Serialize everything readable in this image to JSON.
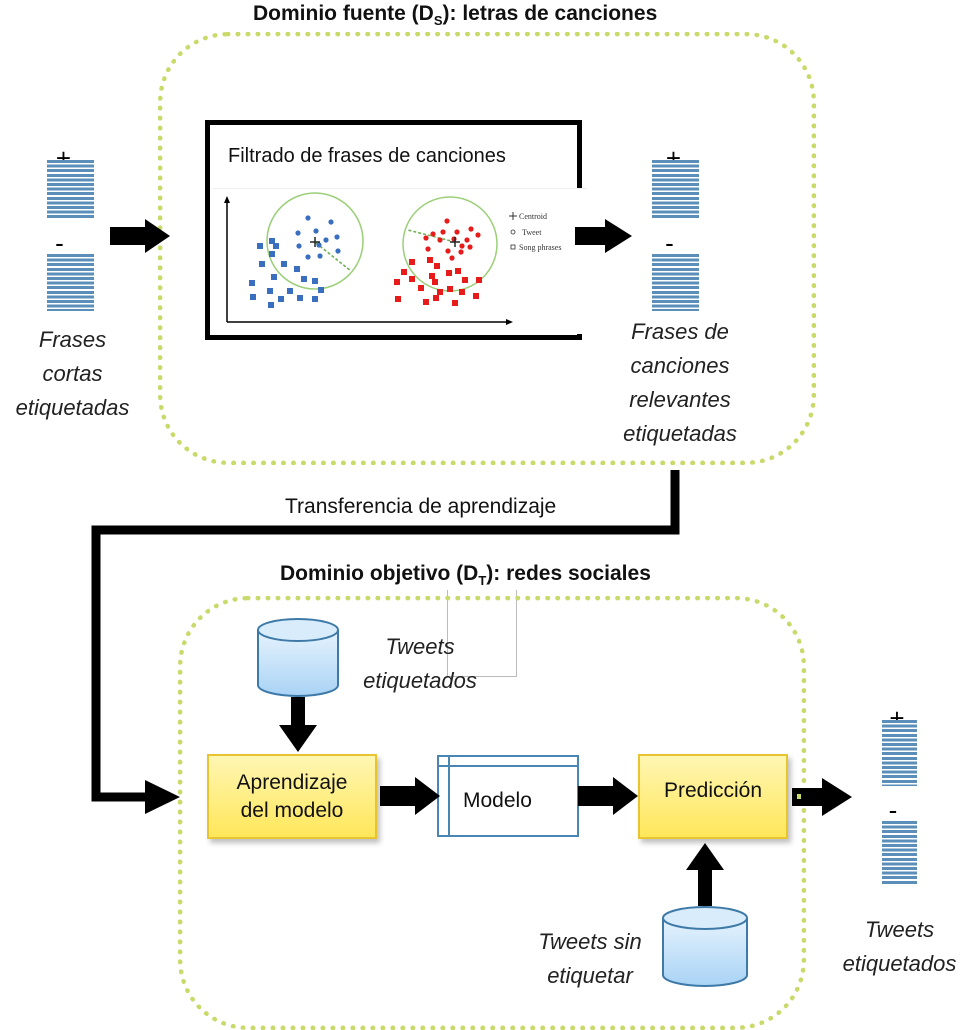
{
  "source_domain": {
    "title_prefix": "Dominio fuente (D",
    "title_sub": "S",
    "title_suffix": "): letras de canciones",
    "filter_panel": {
      "title": "Filtrado de frases de canciones",
      "legend": [
        {
          "symbol": "centroid-icon",
          "label": "Centroid"
        },
        {
          "symbol": "circle-icon",
          "label": "Tweet"
        },
        {
          "symbol": "square-icon",
          "label": "Song phrases"
        }
      ],
      "colors": {
        "positive_cluster": "#3a6fc0",
        "negative_cluster": "#e81b1b",
        "circle": "#9bcf78"
      }
    },
    "input": {
      "positive_sign": "+",
      "negative_sign": "-",
      "label_lines": [
        "Frases",
        "cortas",
        "etiquetadas"
      ]
    },
    "output": {
      "positive_sign": "+",
      "negative_sign": "-",
      "label_lines": [
        "Frases de",
        "canciones",
        "relevantes",
        "etiquetadas"
      ]
    }
  },
  "transfer": {
    "label": "Transferencia de aprendizaje"
  },
  "target_domain": {
    "title_prefix": "Dominio objetivo (D",
    "title_sub": "T",
    "title_suffix": "): redes sociales",
    "labeled_db_label_lines": [
      "Tweets",
      "etiquetados"
    ],
    "learning_box_lines": [
      "Aprendizaje",
      "del modelo"
    ],
    "model_label": "Modelo",
    "prediction_label": "Predicción",
    "unlabeled_db_label_lines": [
      "Tweets sin",
      "etiquetar"
    ],
    "output": {
      "positive_sign": "+",
      "negative_sign": "-",
      "label_lines": [
        "Tweets",
        "etiquetados"
      ]
    }
  },
  "colors": {
    "dotted_border": "#c9d96a",
    "stack_lines": "#5b8fb9",
    "yellow_box": "#ffe75a",
    "database": "#a9d3f5",
    "arrow": "#000000"
  }
}
